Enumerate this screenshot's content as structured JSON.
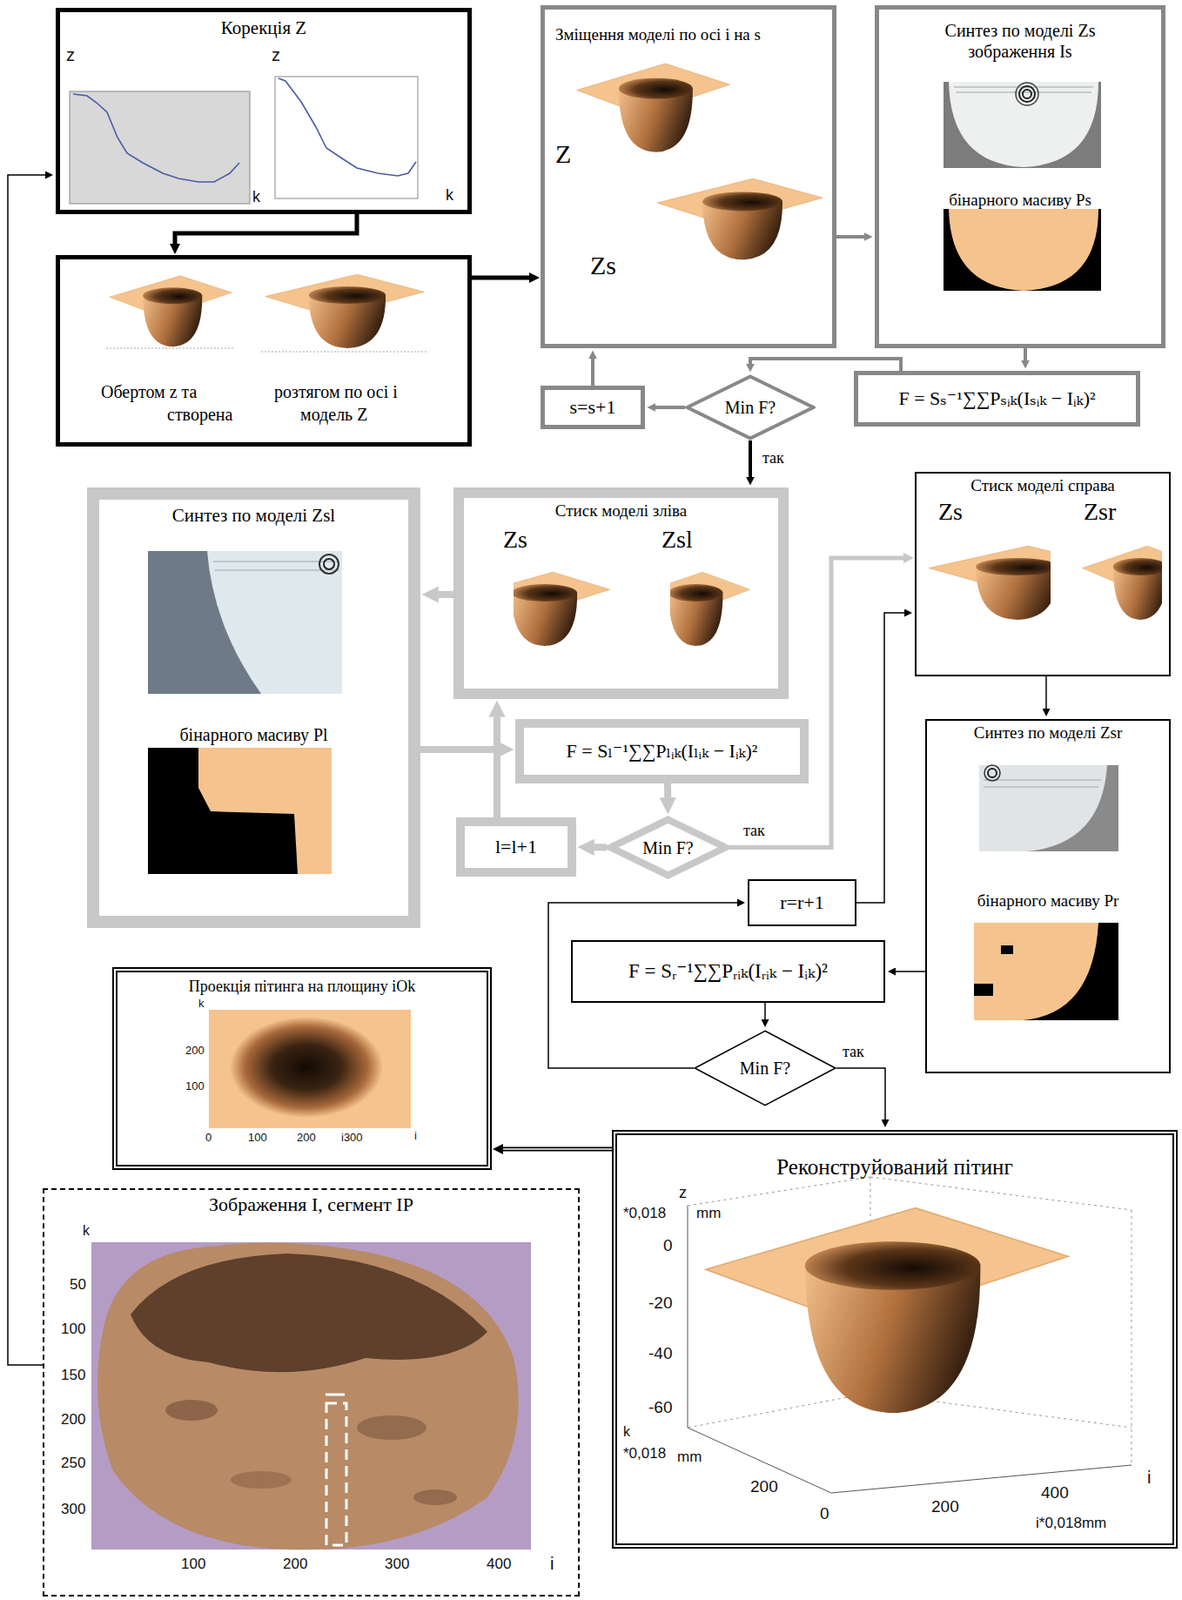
{
  "diagram": {
    "nodes": [
      {
        "text": [
          "Корекція Z"
        ]
      },
      {
        "text": [
          "Обертом z та",
          "створена",
          "розтягом по осі i",
          "модель Z"
        ]
      },
      {
        "text": [
          "Зміщення моделі по осі i на s",
          "Z",
          "Zs"
        ]
      },
      {
        "text": [
          "Синтез по моделі Zs зображення Is",
          "бінарного масиву Ps"
        ]
      },
      {
        "text": [
          "F = Sₛ⁻¹∑∑Pₛᵢₖ(Iₛᵢₖ − Iᵢₖ)²"
        ]
      },
      {
        "text": [
          "Min F?"
        ]
      },
      {
        "text": [
          "s=s+1"
        ]
      },
      {
        "text": [
          "Синтез по моделі Zsl",
          "бінарного масиву Pl"
        ]
      },
      {
        "text": [
          "Стиск моделі зліва",
          "Zs",
          "Zsl"
        ]
      },
      {
        "text": [
          "F = Sₗ⁻¹∑∑Pₗᵢₖ(Iₗᵢₖ − Iᵢₖ)²"
        ]
      },
      {
        "text": [
          "Min F?"
        ]
      },
      {
        "text": [
          "l=l+1"
        ]
      },
      {
        "text": [
          "Стиск моделі справа",
          "Zs",
          "Zsr"
        ]
      },
      {
        "text": [
          "Синтез по моделі Zsr",
          "бінарного масиву Pr"
        ]
      },
      {
        "text": [
          "r=r+1"
        ]
      },
      {
        "text": [
          "F = Sᵣ⁻¹∑∑Pᵣᵢₖ(Iᵣᵢₖ − Iᵢₖ)²"
        ]
      },
      {
        "text": [
          "Min F?"
        ]
      },
      {
        "text": [
          "Проекція пітинга на площину iOk"
        ]
      },
      {
        "text": [
          "Реконструйований пітинг"
        ]
      },
      {
        "text": [
          "Зображення I, сегмент IP"
        ]
      }
    ],
    "edges": [
      {
        "from": 0,
        "to": 1,
        "arrow": "to"
      },
      {
        "from": 1,
        "to": 2,
        "arrow": "to"
      },
      {
        "from": 2,
        "to": 3,
        "arrow": "to"
      },
      {
        "from": 3,
        "to": 4,
        "arrow": "to"
      },
      {
        "from": 4,
        "to": 5,
        "arrow": "to"
      },
      {
        "from": 5,
        "to": 6,
        "arrow": "to"
      },
      {
        "from": 6,
        "to": 2,
        "arrow": "to"
      },
      {
        "from": 5,
        "to": 8,
        "label": "так",
        "arrow": "to"
      },
      {
        "from": 8,
        "to": 7,
        "arrow": "to"
      },
      {
        "from": 7,
        "to": 9,
        "arrow": "to"
      },
      {
        "from": 9,
        "to": 10,
        "arrow": "to"
      },
      {
        "from": 10,
        "to": 11,
        "arrow": "to"
      },
      {
        "from": 11,
        "to": 8,
        "arrow": "to"
      },
      {
        "from": 10,
        "to": 12,
        "label": "так",
        "arrow": "to"
      },
      {
        "from": 12,
        "to": 13,
        "arrow": "to"
      },
      {
        "from": 13,
        "to": 15,
        "arrow": "to"
      },
      {
        "from": 15,
        "to": 16,
        "arrow": "to"
      },
      {
        "from": 16,
        "to": 14,
        "arrow": "to"
      },
      {
        "from": 14,
        "to": 12,
        "arrow": "to"
      },
      {
        "from": 16,
        "to": 18,
        "label": "так",
        "arrow": "to"
      },
      {
        "from": 18,
        "to": 17,
        "arrow": "to"
      },
      {
        "from": 19,
        "to": 0,
        "arrow": "to"
      }
    ],
    "labels": [
      "z",
      "k",
      "z",
      "k",
      "z",
      "*0,018",
      "mm",
      "0",
      "-20",
      "-40",
      "-60",
      "k",
      "*0,018",
      "mm",
      "200",
      "0",
      "200",
      "400",
      "i",
      "i*0,018mm",
      "k",
      "50",
      "100",
      "150",
      "200",
      "250",
      "300",
      "100",
      "200",
      "300",
      "400",
      "i",
      "k",
      "200",
      "100",
      "0",
      "100",
      "200",
      "i300",
      "i"
    ]
  }
}
